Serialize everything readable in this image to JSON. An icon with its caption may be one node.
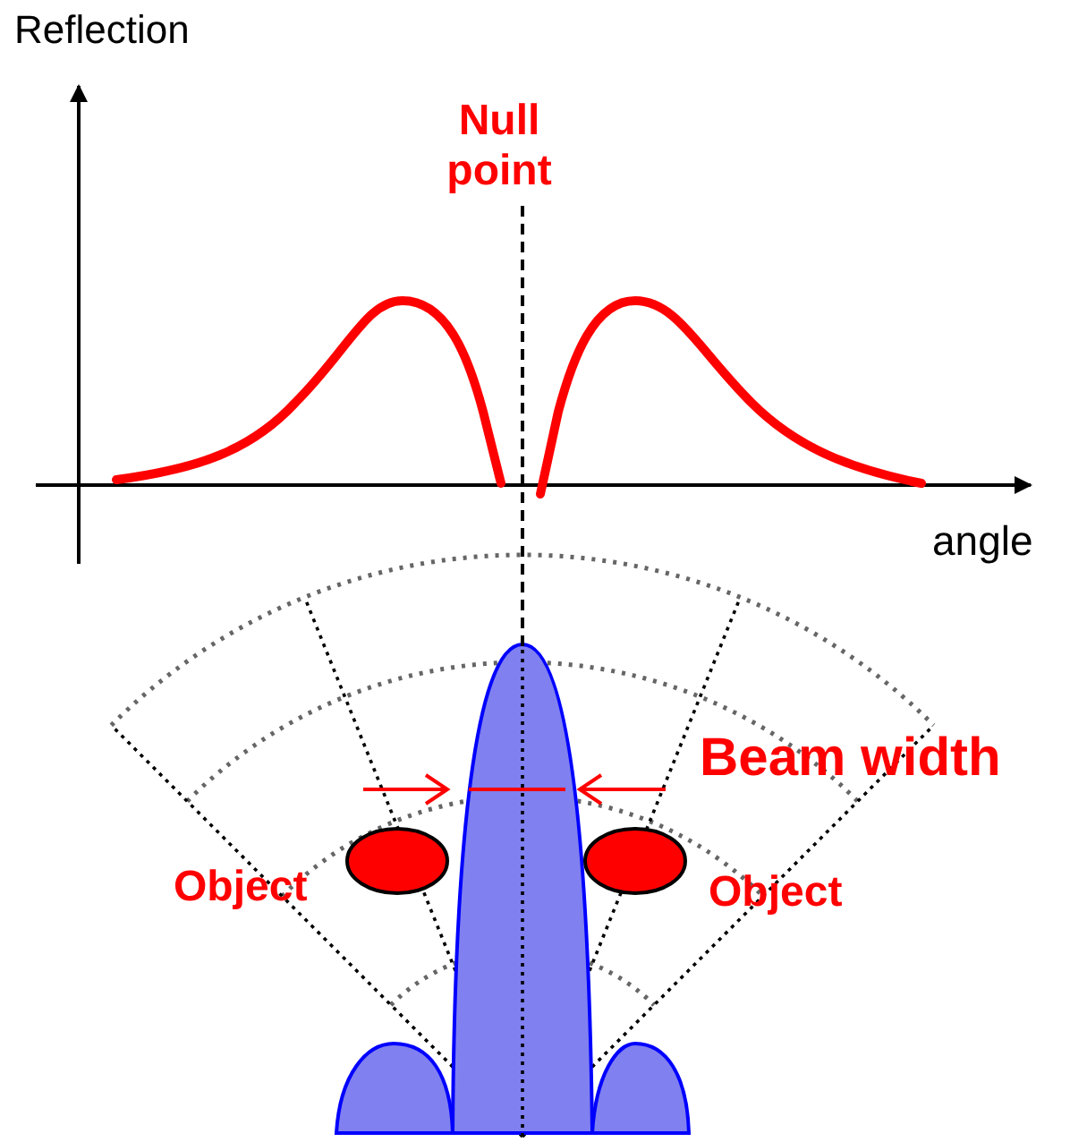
{
  "diagram": {
    "labels": [
      "Reflection",
      "Null point",
      "angle",
      "Beam width",
      "Object",
      "Object"
    ]
  }
}
